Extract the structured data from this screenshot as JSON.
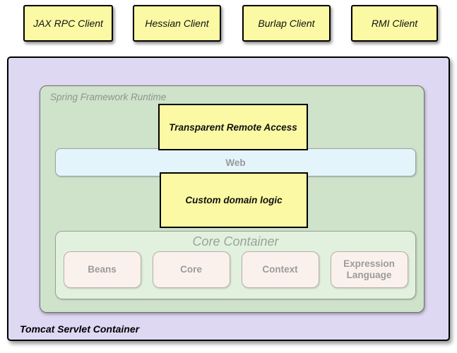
{
  "diagram": {
    "clients": [
      {
        "label": "JAX RPC Client"
      },
      {
        "label": "Hessian Client"
      },
      {
        "label": "Burlap Client"
      },
      {
        "label": "RMI Client"
      }
    ],
    "tomcat_container": {
      "label": "Tomcat Servlet Container"
    },
    "spring_runtime": {
      "label": "Spring Framework Runtime"
    },
    "transparent_remote_access": {
      "label": "Transparent Remote Access"
    },
    "web_layer": {
      "label": "Web"
    },
    "custom_domain_logic": {
      "label": "Custom domain logic"
    },
    "core_container": {
      "label": "Core Container",
      "modules": [
        {
          "label": "Beans"
        },
        {
          "label": "Core"
        },
        {
          "label": "Context"
        },
        {
          "label": "Expression Language"
        }
      ]
    },
    "colors": {
      "client_fill": "#FBF9A3",
      "tomcat_fill": "#DED8F3",
      "spring_fill": "#CFE2CA",
      "core_fill": "#E2F1DE",
      "module_fill": "#FAF1ED",
      "web_fill": "#E3F4FA",
      "border_black": "#000000",
      "label_gray": "#999999"
    }
  }
}
